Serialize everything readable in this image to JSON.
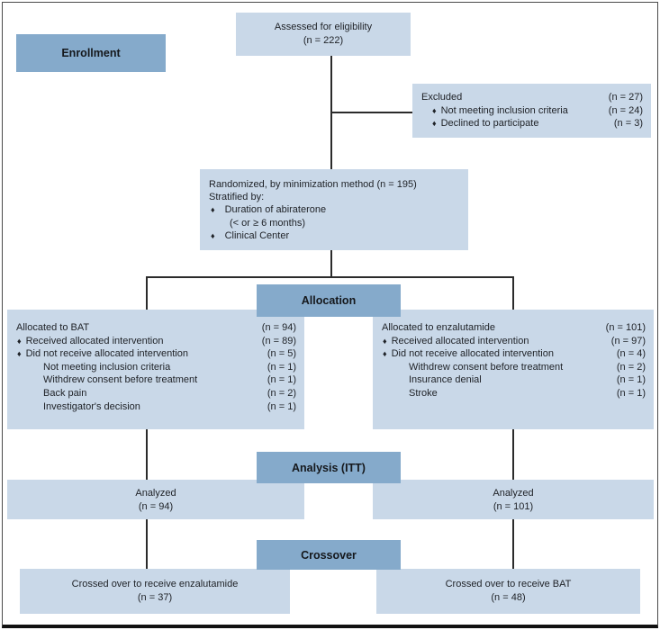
{
  "palette": {
    "light_box_bg": "#c9d8e8",
    "header_box_bg": "#85aacb",
    "connector_line": "#2b2b2b",
    "text": "#1e2126",
    "frame_border": "#4a4a4a"
  },
  "marker": {
    "bullet": "♦"
  },
  "headers": {
    "enrollment": "Enrollment",
    "allocation": "Allocation",
    "analysis": "Analysis (ITT)",
    "crossover": "Crossover"
  },
  "assessed": {
    "line1": "Assessed for eligibility",
    "line2": "(n = 222)"
  },
  "excluded": {
    "rows": [
      {
        "label": "Excluded",
        "count": "(n = 27)"
      },
      {
        "label": "Not meeting inclusion criteria",
        "count": "(n = 24)"
      },
      {
        "label": "Declined to participate",
        "count": "(n = 3)"
      }
    ]
  },
  "randomized": {
    "lines": [
      "Randomized, by minimization method (n = 195)",
      "Stratified by:",
      "Duration of abiraterone",
      "(< or ≥ 6 months)",
      "Clinical Center"
    ]
  },
  "alloc_left": {
    "rows": [
      {
        "label": "Allocated to BAT",
        "count": "(n = 94)"
      },
      {
        "label": "Received allocated intervention",
        "count": "(n = 89)"
      },
      {
        "label": "Did not receive allocated intervention",
        "count": "(n = 5)"
      },
      {
        "label": "Not meeting inclusion criteria",
        "count": "(n = 1)"
      },
      {
        "label": "Withdrew consent before treatment",
        "count": "(n = 1)"
      },
      {
        "label": "Back pain",
        "count": "(n = 2)"
      },
      {
        "label": "Investigator's decision",
        "count": "(n = 1)"
      }
    ]
  },
  "alloc_right": {
    "rows": [
      {
        "label": "Allocated to enzalutamide",
        "count": "(n = 101)"
      },
      {
        "label": "Received allocated intervention",
        "count": "(n = 97)"
      },
      {
        "label": "Did not receive allocated intervention",
        "count": "(n = 4)"
      },
      {
        "label": "Withdrew consent before treatment",
        "count": "(n = 2)"
      },
      {
        "label": "Insurance denial",
        "count": "(n = 1)"
      },
      {
        "label": "Stroke",
        "count": "(n = 1)"
      }
    ]
  },
  "analyzed_left": {
    "line1": "Analyzed",
    "line2": "(n = 94)"
  },
  "analyzed_right": {
    "line1": "Analyzed",
    "line2": "(n = 101)"
  },
  "crossover_left": {
    "line1": "Crossed over to receive enzalutamide",
    "line2": "(n = 37)"
  },
  "crossover_right": {
    "line1": "Crossed over to receive BAT",
    "line2": "(n = 48)"
  }
}
